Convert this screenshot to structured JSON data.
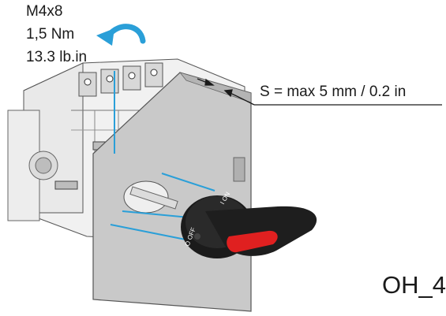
{
  "torque_spec": {
    "screw": "M4x8",
    "torque_nm": "1,5 Nm",
    "torque_lbin": "13.3 lb.in"
  },
  "panel_thickness": "S = max 5 mm / 0.2 in",
  "handle_labels": {
    "on": "I ON",
    "off": "O OFF"
  },
  "figure_code": "OH_4",
  "colors": {
    "accent_arrow": "#2a9fd8",
    "panel": "#c9c9c9",
    "handle": "#1b1b1b",
    "handle_lever": "#e02020"
  }
}
